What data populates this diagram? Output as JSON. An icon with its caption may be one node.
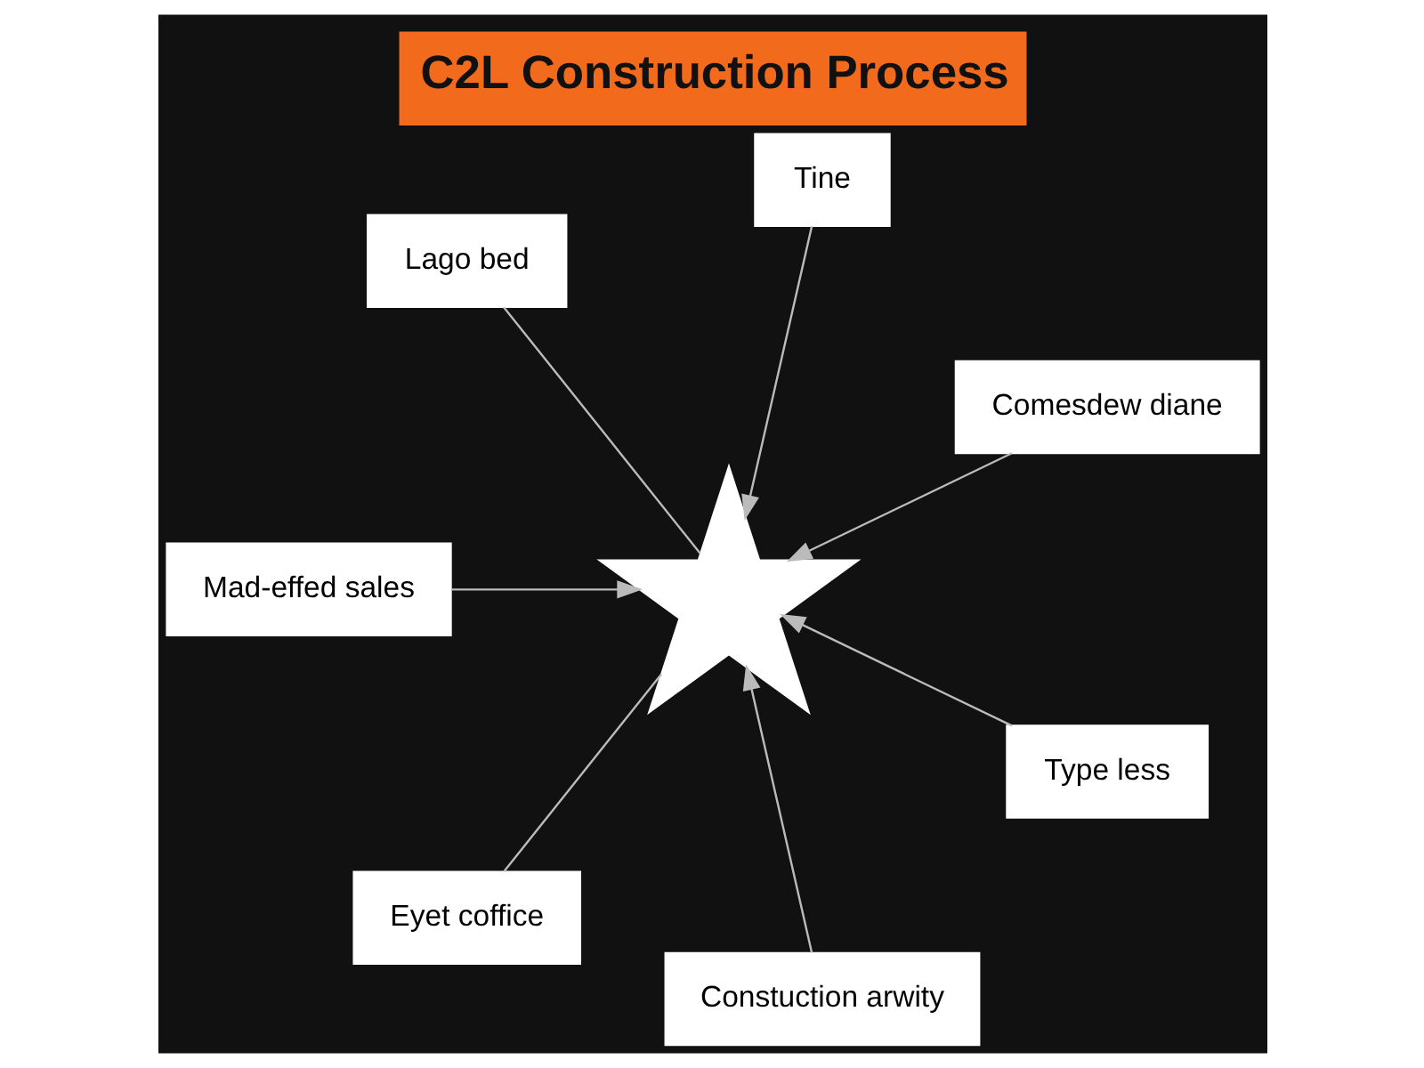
{
  "diagram": {
    "title": "C2L Construction Process",
    "nodes": [
      {
        "text": [
          "Comesdew diane"
        ]
      },
      {
        "text": [
          "Tine"
        ]
      },
      {
        "text": [],
        "shape": "star"
      },
      {
        "text": [
          "Lago bed"
        ]
      },
      {
        "text": [
          "Mad-effed sales"
        ]
      },
      {
        "text": [
          "Eyet coffice"
        ]
      },
      {
        "text": [
          "Constuction arwity"
        ]
      },
      {
        "text": [
          "Type less"
        ]
      }
    ],
    "edges": [
      {
        "from": 0,
        "to": 2,
        "arrow": "to"
      },
      {
        "from": 1,
        "to": 2,
        "arrow": "to"
      },
      {
        "from": 3,
        "to": 2,
        "arrow": "none"
      },
      {
        "from": 4,
        "to": 2,
        "arrow": "to"
      },
      {
        "from": 5,
        "to": 2,
        "arrow": "none"
      },
      {
        "from": 6,
        "to": 2,
        "arrow": "to"
      },
      {
        "from": 7,
        "to": 2,
        "arrow": "to"
      }
    ]
  }
}
